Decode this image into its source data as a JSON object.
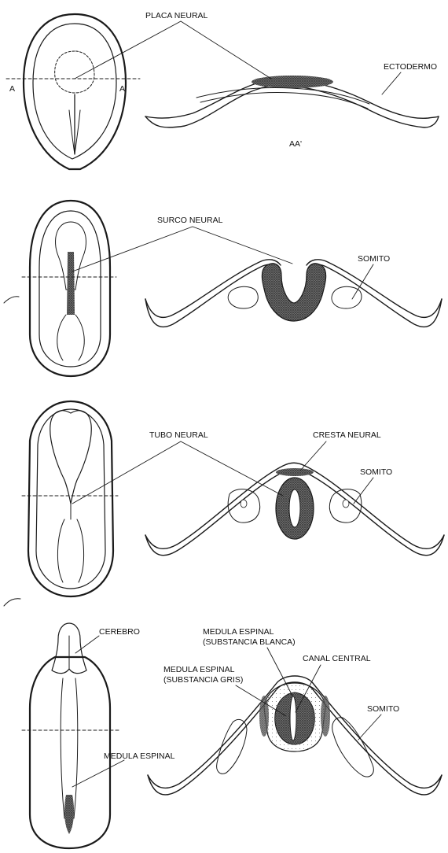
{
  "stages": [
    {
      "labels": {
        "neural_plate": "PLACA NEURAL",
        "ectoderm": "ECTODERMO",
        "section": "AA'",
        "cut_left": "A",
        "cut_right": "A'"
      }
    },
    {
      "labels": {
        "neural_groove": "SURCO NEURAL",
        "somite": "SOMITO"
      }
    },
    {
      "labels": {
        "neural_tube": "TUBO NEURAL",
        "neural_crest": "CRESTA NEURAL",
        "somite": "SOMITO"
      }
    },
    {
      "labels": {
        "brain": "CEREBRO",
        "spinal_cord": "MEDULA ESPINAL",
        "white_matter_1": "MEDULA ESPINAL",
        "white_matter_2": "(SUBSTANCIA BLANCA)",
        "grey_matter_1": "MEDULA ESPINAL",
        "grey_matter_2": "(SUBSTANCIA GRIS)",
        "central_canal": "CANAL CENTRAL",
        "somite": "SOMITO"
      }
    }
  ]
}
